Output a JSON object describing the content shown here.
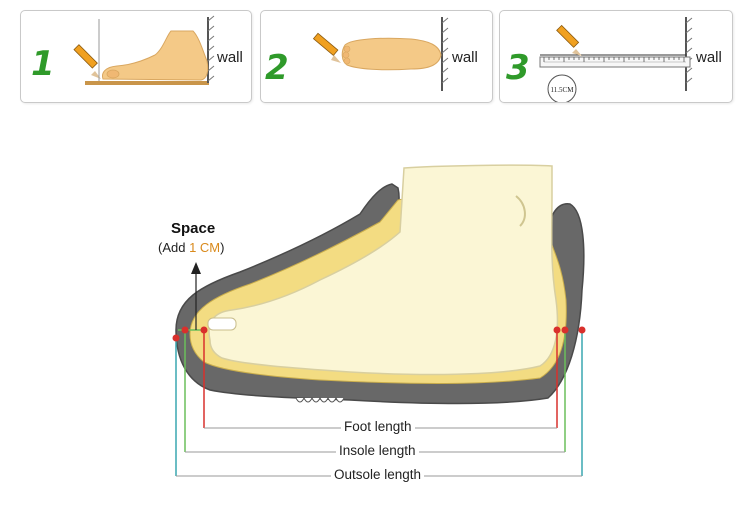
{
  "steps": [
    {
      "number": "1",
      "wall_label": "wall"
    },
    {
      "number": "2",
      "wall_label": "wall"
    },
    {
      "number": "3",
      "wall_label": "wall",
      "measure_label": "11.5CM"
    }
  ],
  "space": {
    "title": "Space",
    "sub_prefix": "(Add ",
    "sub_accent": "1 CM",
    "sub_suffix": ")"
  },
  "lengths": {
    "foot": "Foot length",
    "insole": "Insole length",
    "outsole": "Outsole length"
  },
  "colors": {
    "step_green": "#2f9a2a",
    "foot_fill": "#fbf6d5",
    "sole_gray": "#6b6b6b",
    "insole_yellow": "#f3dc82",
    "marker_red": "#d9302c",
    "outsole_teal": "#3aa7b0",
    "insole_green": "#6abf5a",
    "accent_orange": "#d98a1c"
  },
  "icons": [
    "pencil-icon",
    "wall-icon",
    "ruler-icon",
    "foot-icon",
    "shoe-icon",
    "arrow-up-icon"
  ]
}
